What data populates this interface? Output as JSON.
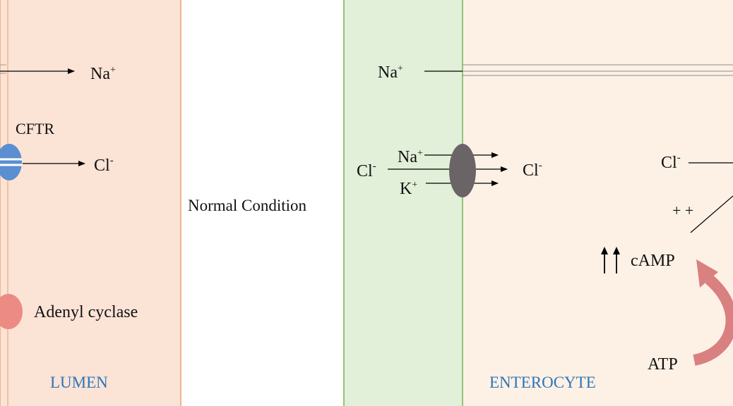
{
  "colors": {
    "lumen_fill": "#fbe3d6",
    "lumen_border": "#f2b48c",
    "apical_fill": "#e2efd9",
    "apical_border": "#93c47d",
    "cell_fill": "#fdf1e6",
    "cell_border": "#f6d9a0",
    "cftr": "#5b8fd1",
    "adenyl_cyclase": "#ec8a84",
    "cotransporter": "#6b6466",
    "region_label": "#2e75b6",
    "curved_arrow": "#d98080",
    "line": "#000000"
  },
  "left_panel": {
    "na": {
      "symbol": "Na",
      "charge": "+"
    },
    "cftr_label": "CFTR",
    "cl": {
      "symbol": "Cl",
      "charge": "-"
    },
    "adenyl_cyclase_label": "Adenyl cyclase",
    "region_label": "LUMEN"
  },
  "center_title": "Normal Condition",
  "right_panel": {
    "na": {
      "symbol": "Na",
      "charge": "+"
    },
    "cl_in": {
      "symbol": "Cl",
      "charge": "-"
    },
    "co_na": {
      "symbol": "Na",
      "charge": "+"
    },
    "co_k": {
      "symbol": "K",
      "charge": "+"
    },
    "cl_out": {
      "symbol": "Cl",
      "charge": "-"
    },
    "cl_right": {
      "symbol": "Cl",
      "charge": "-"
    },
    "plus_label": "+ +",
    "up_arrows_icon": "double-up-arrow",
    "camp_label": "cAMP",
    "atp_label": "ATP",
    "region_label": "ENTEROCYTE"
  }
}
